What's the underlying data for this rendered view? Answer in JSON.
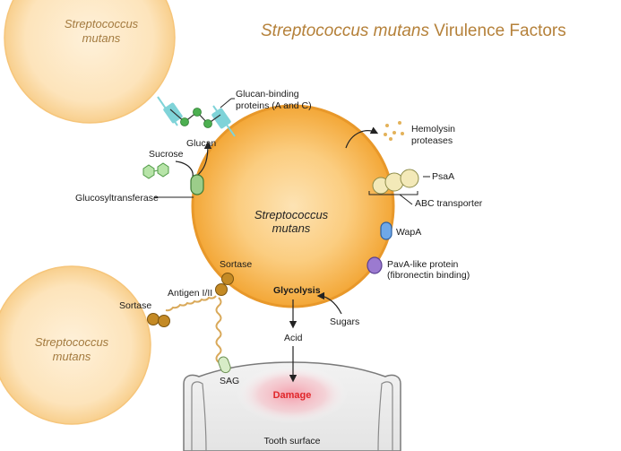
{
  "title": {
    "italic_part": "Streptococcus mutans",
    "plain_part": " Virulence Factors",
    "color": "#b5813a"
  },
  "cells": {
    "main": [
      "Streptococcus",
      "mutans"
    ],
    "top_left": [
      "Streptococcus",
      "mutans"
    ],
    "bottom_left": [
      "Streptococcus",
      "mutans"
    ]
  },
  "labels": {
    "glucan_binding": [
      "Glucan-binding",
      "proteins (A and C)"
    ],
    "glucan": "Glucan",
    "sucrose": "Sucrose",
    "glucosyltransferase": "Glucosyltransferase",
    "hemolysin": [
      "Hemolysin",
      "proteases"
    ],
    "psaa": "PsaA",
    "abc_transporter": "ABC transporter",
    "wapa": "WapA",
    "pava": [
      "PavA-like protein",
      "(fibronectin binding)"
    ],
    "sortase_main": "Sortase",
    "sortase_left": "Sortase",
    "antigen": "Antigen I/II",
    "glycolysis": "Glycolysis",
    "sugars": "Sugars",
    "acid": "Acid",
    "sag": "SAG",
    "damage": "Damage",
    "tooth_surface": "Tooth surface"
  },
  "colors": {
    "cell_fill": "#f7b64e",
    "cell_edge": "#e8982a",
    "side_cell_fill": "#fde0b2",
    "damage": "#e0262a",
    "sortase": "#c48a25",
    "wapa": "#6fa8e8",
    "pava": "#9b7ad0",
    "psaa": "#f3e9b8",
    "glucan_node": "#4caf50",
    "binding_protein": "#7fd3d8"
  }
}
